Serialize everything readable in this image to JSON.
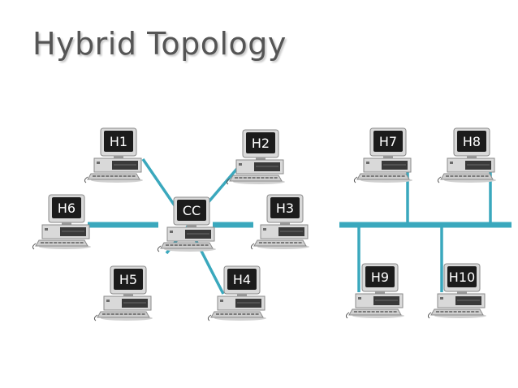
{
  "title": "Hybrid Topology",
  "colors": {
    "link": "#3aa8bd",
    "title": "#555555",
    "screen": "#1c1c1c",
    "case": "#d9d9d9",
    "case_dark": "#3a3a3a"
  },
  "icons": {
    "computer": "desktop-computer-icon"
  },
  "nodes": [
    {
      "id": "H1",
      "label": "H1"
    },
    {
      "id": "H2",
      "label": "H2"
    },
    {
      "id": "H3",
      "label": "H3"
    },
    {
      "id": "H4",
      "label": "H4"
    },
    {
      "id": "H5",
      "label": "H5"
    },
    {
      "id": "H6",
      "label": "H6"
    },
    {
      "id": "CC",
      "label": "CC"
    },
    {
      "id": "H7",
      "label": "H7"
    },
    {
      "id": "H8",
      "label": "H8"
    },
    {
      "id": "H9",
      "label": "H9"
    },
    {
      "id": "H10",
      "label": "H10"
    }
  ],
  "star_links": [
    [
      "CC",
      "H1"
    ],
    [
      "CC",
      "H2"
    ],
    [
      "CC",
      "H3"
    ],
    [
      "CC",
      "H4"
    ],
    [
      "CC",
      "H5"
    ],
    [
      "CC",
      "H6"
    ]
  ],
  "bus_hosts": [
    "H7",
    "H8",
    "H9",
    "H10"
  ]
}
